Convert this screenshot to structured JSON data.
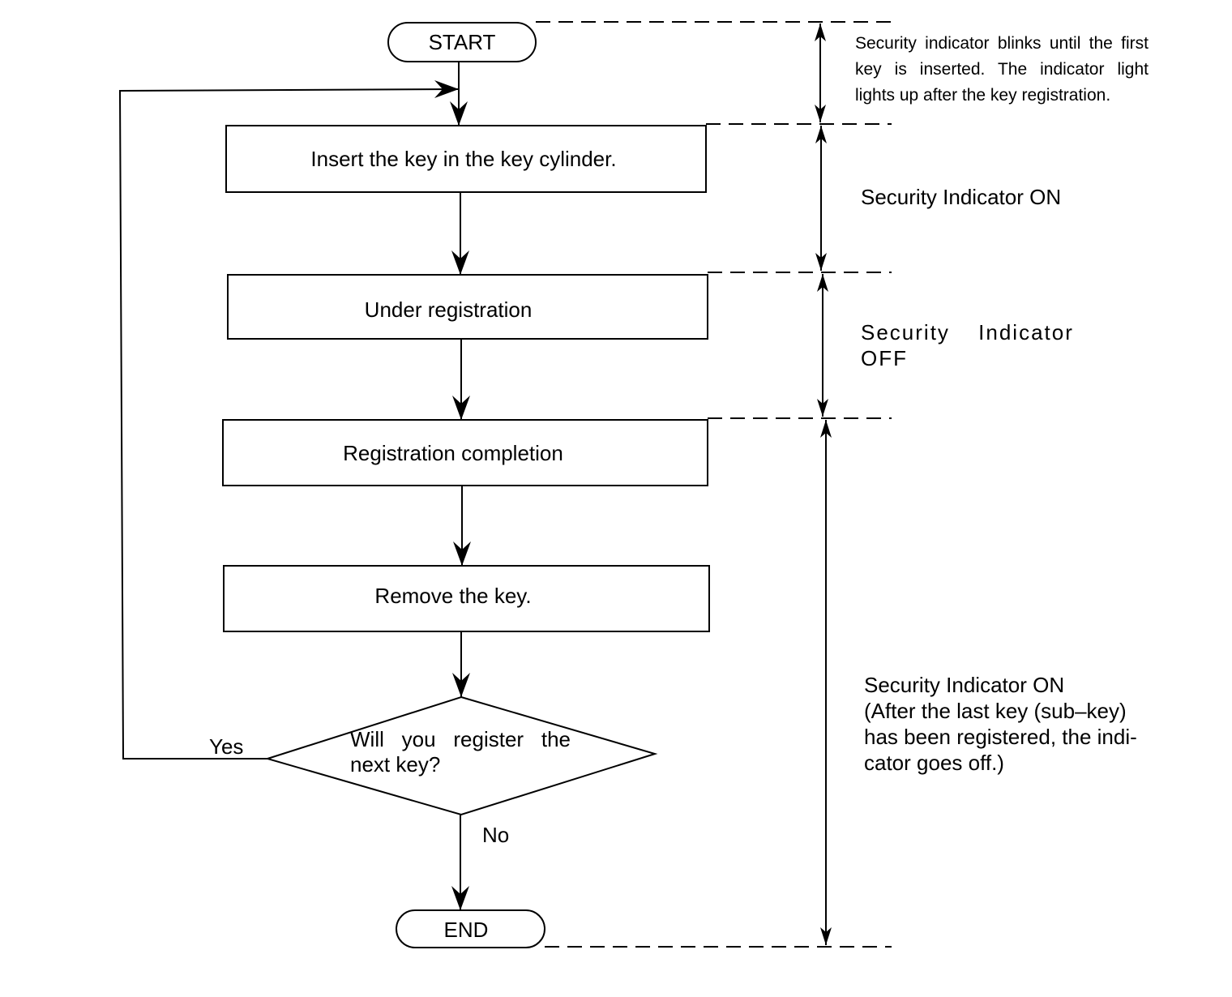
{
  "flowchart": {
    "start": "START",
    "end": "END",
    "steps": [
      "Insert the key in the key cylinder.",
      "Under registration",
      "Registration completion",
      "Remove the key."
    ],
    "decision": "Will you register the next key?",
    "yes_label": "Yes",
    "no_label": "No"
  },
  "indicator_notes": [
    "Security indicator blinks until the first key is inserted. The indicator light lights up after the key registration.",
    "Security Indicator ON",
    "Security Indicator OFF",
    "Security Indicator ON\n(After the last key (sub–key) has been registered, the indi-\ncator goes off.)"
  ]
}
